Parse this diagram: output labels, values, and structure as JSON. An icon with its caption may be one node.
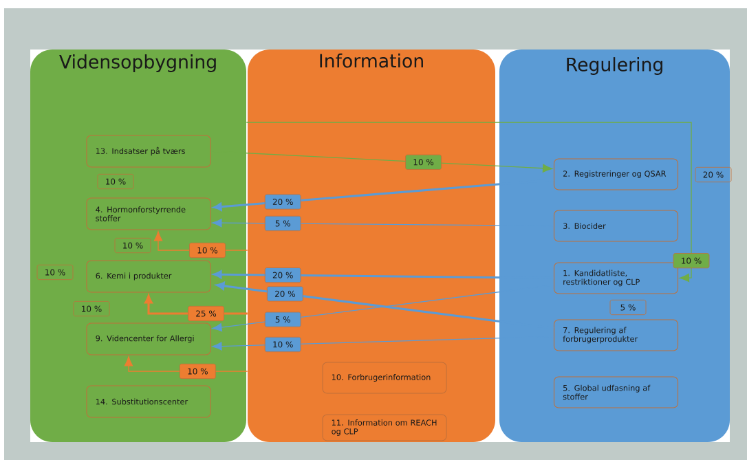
{
  "diagram": {
    "nodes": [
      {
        "text": [
          "Vidensopbygning"
        ]
      },
      {
        "text": [
          "13. Indsatser på tværs"
        ],
        "in": 0
      },
      {
        "text": [
          "4. Hormonforstyrrende stoffer"
        ],
        "in": 0
      },
      {
        "text": [
          "6. Kemi i produkter"
        ],
        "in": 0
      },
      {
        "text": [
          "9. Videncenter for Allergi"
        ],
        "in": 0
      },
      {
        "text": [
          "14. Substitutionscenter"
        ],
        "in": 0
      },
      {
        "text": [
          "Information"
        ]
      },
      {
        "text": [
          "10. Forbrugerinformation"
        ],
        "in": 6
      },
      {
        "text": [
          "11. Information om REACH og CLP"
        ],
        "in": 6
      },
      {
        "text": [
          "Regulering"
        ]
      },
      {
        "text": [
          "2. Registreringer og QSAR"
        ],
        "in": 9
      },
      {
        "text": [
          "3. Biocider"
        ],
        "in": 9
      },
      {
        "text": [
          "1. Kandidatliste, restriktioner og CLP"
        ],
        "in": 9
      },
      {
        "text": [
          "7. Regulering af forbrugerprodukter"
        ],
        "in": 9
      },
      {
        "text": [
          "5. Global udfasning af stoffer"
        ],
        "in": 9
      }
    ],
    "edges": [
      {
        "from": 1,
        "to": 10,
        "arrow": "to",
        "label": "10 %",
        "color": "#70ad47"
      },
      {
        "from": 0,
        "to": 12,
        "arrow": "to",
        "label": "10 %",
        "color": "#70ad47"
      },
      {
        "from": 10,
        "to": 2,
        "arrow": "to",
        "label": "20 %",
        "style": "thick"
      },
      {
        "from": 11,
        "to": 2,
        "arrow": "to",
        "label": "5 %"
      },
      {
        "from": 12,
        "to": 3,
        "arrow": "to",
        "label": "20 %",
        "style": "thick"
      },
      {
        "from": 13,
        "to": 3,
        "arrow": "to",
        "label": "20 %",
        "style": "thick"
      },
      {
        "from": 12,
        "to": 4,
        "arrow": "to",
        "label": "5 %"
      },
      {
        "from": 13,
        "to": 4,
        "arrow": "to",
        "label": "10 %"
      },
      {
        "from": 6,
        "to": 2,
        "arrow": "to",
        "label": "10 %",
        "color": "#ed7d31"
      },
      {
        "from": 6,
        "to": 3,
        "arrow": "to",
        "label": "25 %",
        "style": "thick",
        "color": "#ed7d31"
      },
      {
        "from": 6,
        "to": 4,
        "arrow": "to",
        "label": "10 %",
        "color": "#ed7d31"
      }
    ],
    "labels": [
      "20 %",
      "10 %",
      "10 %",
      "10 %",
      "5 %",
      "10 %"
    ]
  }
}
